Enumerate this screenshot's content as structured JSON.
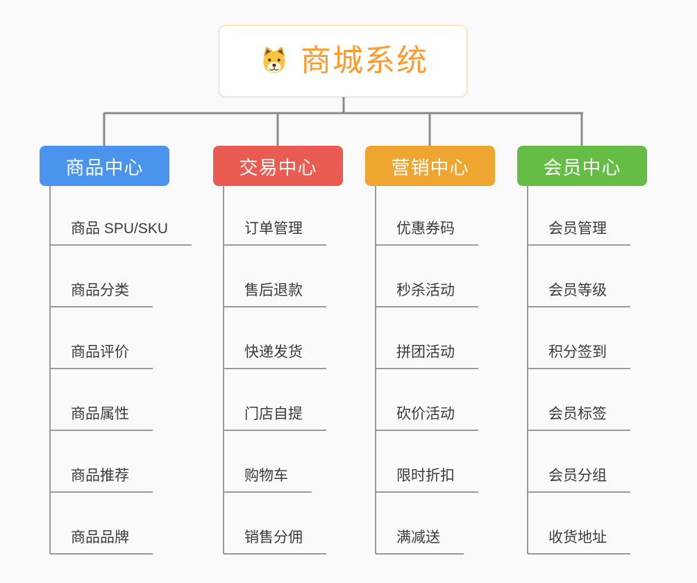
{
  "root": {
    "title": "商城系统",
    "icon": "dog-face-icon",
    "text_color": "#ff9a2e",
    "border_color": "#f6d8a4"
  },
  "branches": [
    {
      "label": "商品中心",
      "color": "#4b94ed",
      "children": [
        "商品 SPU/SKU",
        "商品分类",
        "商品评价",
        "商品属性",
        "商品推荐",
        "商品品牌"
      ]
    },
    {
      "label": "交易中心",
      "color": "#ea5b51",
      "children": [
        "订单管理",
        "售后退款",
        "快递发货",
        "门店自提",
        "购物车",
        "销售分佣"
      ]
    },
    {
      "label": "营销中心",
      "color": "#efa631",
      "children": [
        "优惠券码",
        "秒杀活动",
        "拼团活动",
        "砍价活动",
        "限时折扣",
        "满减送"
      ]
    },
    {
      "label": "会员中心",
      "color": "#66bd45",
      "children": [
        "会员管理",
        "会员等级",
        "积分签到",
        "会员标签",
        "会员分组",
        "收货地址"
      ]
    }
  ],
  "lines": {
    "trunk_color": "#8a8a8a",
    "branch_color": "#9a9a9a"
  }
}
